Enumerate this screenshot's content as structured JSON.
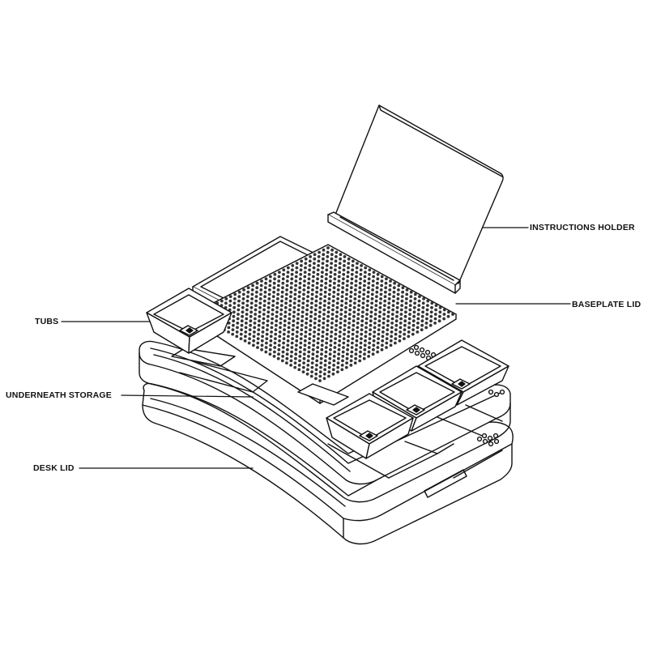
{
  "labels": {
    "instructions_holder": "INSTRUCTIONS HOLDER",
    "baseplate_lid": "BASEPLATE LID",
    "tubs": "TUBS",
    "underneath_storage": "UNDERNEATH STORAGE",
    "desk_lid": "DESK LID"
  },
  "colors": {
    "stroke": "#111111",
    "background": "#ffffff",
    "stud": "#333333"
  }
}
